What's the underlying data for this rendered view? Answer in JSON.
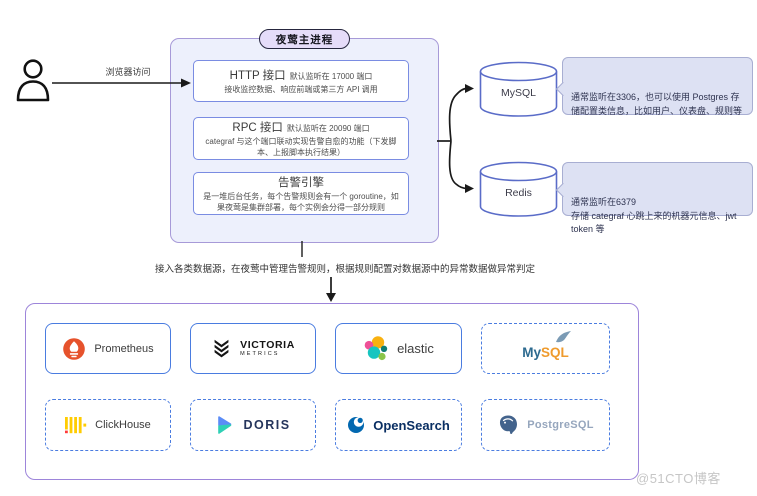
{
  "user": {
    "browser_access_label": "浏览器访问"
  },
  "main_process": {
    "title": "夜莺主进程",
    "modules": [
      {
        "title": "HTTP 接口",
        "subtitle": "默认监听在 17000 端口",
        "desc": "接收监控数据、响应前端或第三方 API 调用"
      },
      {
        "title": "RPC 接口",
        "subtitle": "默认监听在 20090 端口",
        "desc": "categraf 与这个端口联动实现告警自愈的功能（下发脚本、上报脚本执行结果）"
      },
      {
        "title": "告警引擎",
        "subtitle": "",
        "desc": "是一堆后台任务，每个告警规则会有一个 goroutine，如果夜莺是集群部署，每个实例会分得一部分规则"
      }
    ]
  },
  "storage": [
    {
      "name": "MySQL",
      "note": "通常监听在3306，也可以使用 Postgres 存储配置类信息，比如用户、仪表盘、规则等"
    },
    {
      "name": "Redis",
      "note": "通常监听在6379\n存储 categraf 心跳上来的机器元信息、jwt token 等"
    }
  ],
  "flow_note": "接入各类数据源，在夜莺中管理告警规则，根据规则配置对数据源中的异常数据做异常判定",
  "datasources": [
    {
      "name": "Prometheus",
      "label": "Prometheus",
      "border": "solid"
    },
    {
      "name": "VictoriaMetrics",
      "label": "VICTORIA",
      "sublabel": "METRICS",
      "border": "solid"
    },
    {
      "name": "Elastic",
      "label": "elastic",
      "border": "solid"
    },
    {
      "name": "MySQL",
      "label_my": "My",
      "label_sql": "SQL",
      "border": "dashed"
    },
    {
      "name": "ClickHouse",
      "label": "ClickHouse",
      "border": "dashed"
    },
    {
      "name": "Doris",
      "label": "DORIS",
      "border": "dashed"
    },
    {
      "name": "OpenSearch",
      "label": "OpenSearch",
      "border": "dashed"
    },
    {
      "name": "PostgreSQL",
      "label": "PostgreSQL",
      "border": "dashed"
    }
  ],
  "watermark": "@51CTO博客",
  "colors": {
    "process_bg": "#edf0fc",
    "process_border": "#a79ad8",
    "pill_bg": "#e5dcf9",
    "module_border": "#7a8ce2",
    "callout_bg": "#dde1f3",
    "datasource_border": "#4a7ce0",
    "bottom_border": "#9d85da"
  }
}
